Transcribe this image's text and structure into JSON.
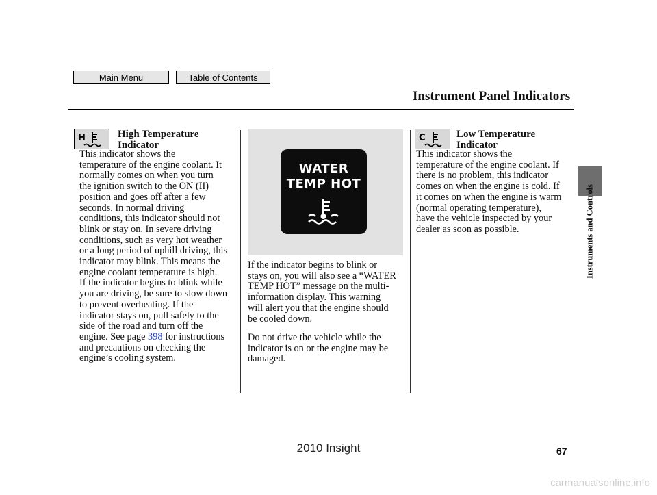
{
  "nav": {
    "main_menu": "Main Menu",
    "table_of_contents": "Table of Contents"
  },
  "header": {
    "title": "Instrument Panel Indicators"
  },
  "high_temp": {
    "title_line1": "High Temperature",
    "title_line2": "Indicator",
    "icon": "high-temperature-indicator-icon",
    "body_before_link": "This indicator shows the\ntemperature of the engine coolant. It\nnormally comes on when you turn\nthe ignition switch to the ON (II)\nposition and goes off after a few\nseconds. In normal driving\nconditions, this indicator should not\nblink or stay on. In severe driving\nconditions, such as very hot weather\nor a long period of uphill driving, this\nindicator may blink. This means the\nengine coolant temperature is high.\nIf the indicator begins to blink while\nyou are driving, be sure to slow down\nto prevent overheating. If the\nindicator stays on, pull safely to the\nside of the road and turn off the\nengine. See page ",
    "link_page": "398",
    "body_after_link": " for instructions\nand precautions on checking the\nengine’s cooling system."
  },
  "display_image": {
    "line1": "WATER",
    "line2": "TEMP HOT",
    "icon": "coolant-temperature-icon"
  },
  "middle": {
    "paragraph1": "If the indicator begins to blink or\nstays on, you will also see a “WATER\nTEMP HOT” message on the multi-\ninformation display. This warning\nwill alert you that the engine should\nbe cooled down.",
    "paragraph2": "Do not drive the vehicle while the\nindicator is on or the engine may be\ndamaged."
  },
  "low_temp": {
    "title_line1": "Low Temperature",
    "title_line2": "Indicator",
    "icon": "low-temperature-indicator-icon",
    "body": "This indicator shows the\ntemperature of the engine coolant. If\nthere is no problem, this indicator\ncomes on when the engine is cold. If\nit comes on when the engine is warm\n(normal operating temperature),\nhave the vehicle inspected by your\ndealer as soon as possible."
  },
  "side_tab": {
    "label": "Instruments and Controls",
    "color": "#6e6e6e"
  },
  "footer": {
    "page_number": "67",
    "model": "2010 Insight",
    "watermark": "carmanualsonline.info"
  },
  "colors": {
    "link": "#1b3fd8",
    "button_bg": "#e6e6e6",
    "image_bg": "#e2e2e2"
  }
}
